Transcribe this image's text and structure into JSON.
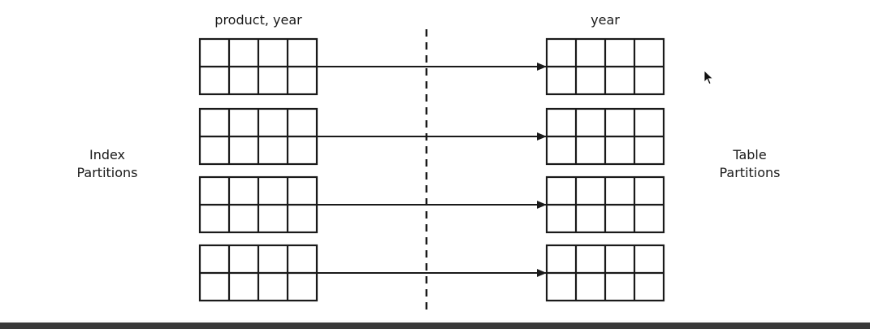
{
  "diagram": {
    "left_header": "product, year",
    "right_header": "year",
    "left_label_line1": "Index",
    "left_label_line2": "Partitions",
    "right_label_line1": "Table",
    "right_label_line2": "Partitions",
    "partition_count": 4,
    "grid_rows": 2,
    "grid_cols": 4,
    "line_color": "#1a1a1a",
    "bottom_bar_color": "#3a3a3a"
  },
  "icons": {
    "cursor": "mouse-pointer-icon"
  }
}
